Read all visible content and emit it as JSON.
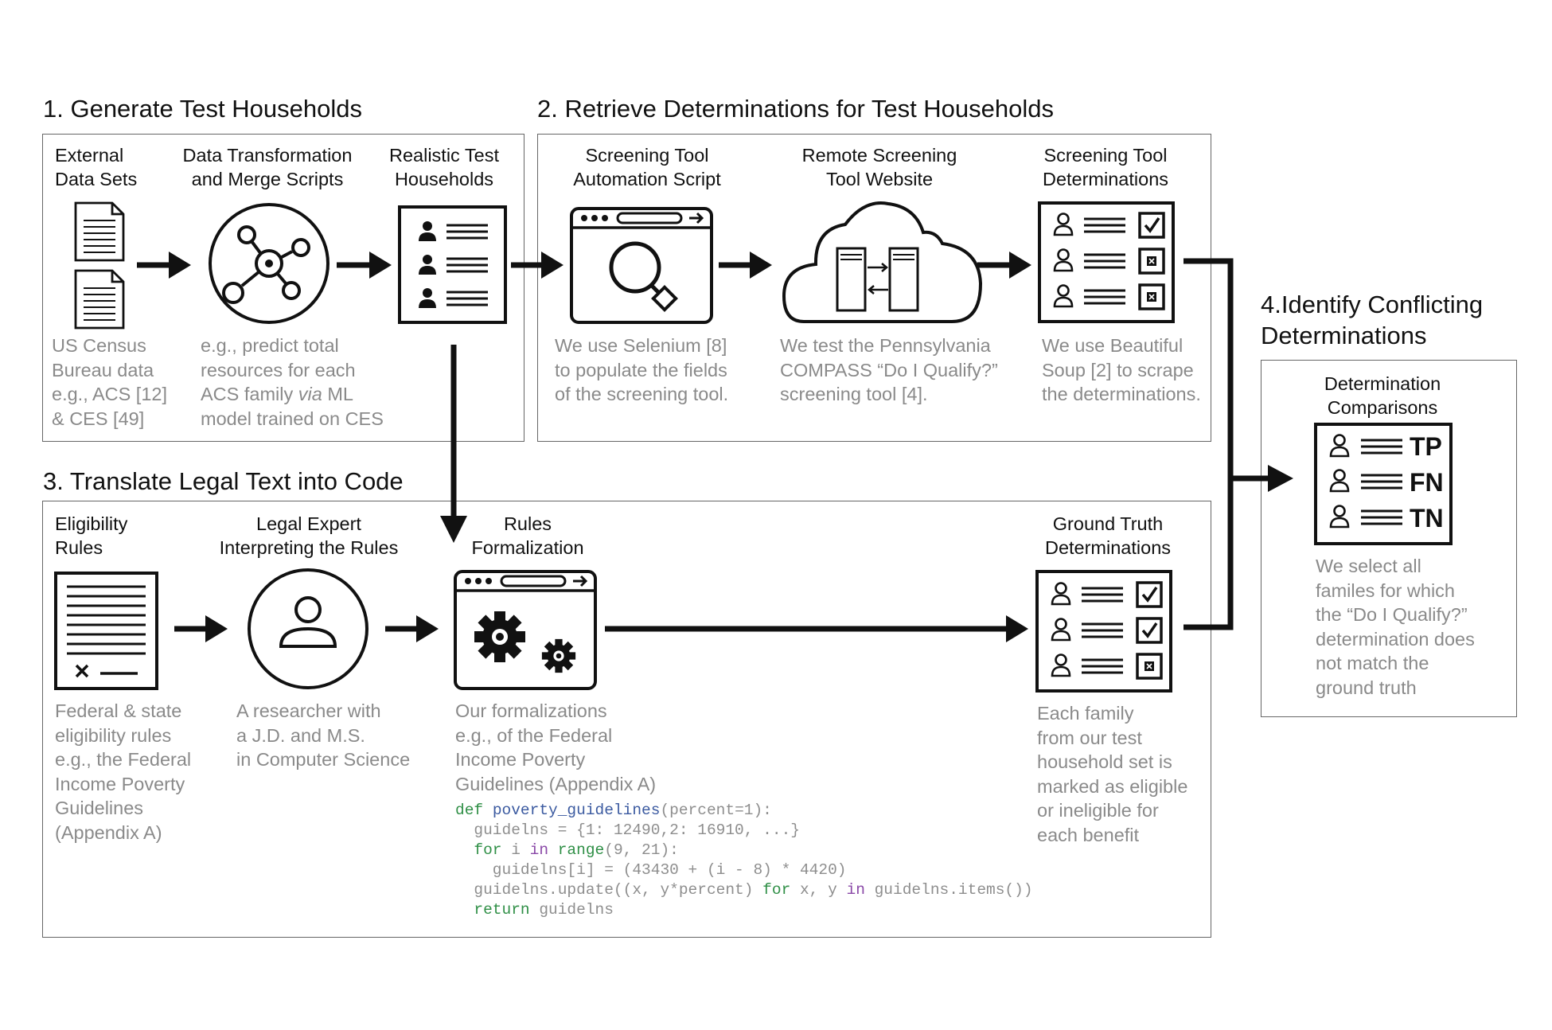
{
  "stage1": {
    "title": "1. Generate Test Households",
    "nodes": [
      {
        "label_lines": [
          "External",
          "Data Sets"
        ],
        "desc_lines": [
          "US Census",
          "Bureau data",
          "e.g., ACS [12]",
          "& CES [49]"
        ]
      },
      {
        "label_lines": [
          "Data Transformation",
          "and Merge Scripts"
        ],
        "desc_lines": [
          "e.g., predict total",
          "resources for each"
        ],
        "desc_line3_pre": "ACS family ",
        "desc_line3_em": "via",
        "desc_line3_post": " ML",
        "desc_line4": "model trained on CES"
      },
      {
        "label_lines": [
          "Realistic Test",
          "Households"
        ]
      }
    ]
  },
  "stage2": {
    "title": "2. Retrieve Determinations for Test Households",
    "nodes": [
      {
        "label_lines": [
          "Screening Tool",
          "Automation Script"
        ],
        "desc_lines": [
          "We use Selenium [8]",
          "to populate the fields",
          "of the screening tool."
        ]
      },
      {
        "label_lines": [
          "Remote Screening",
          "Tool Website"
        ],
        "desc_lines": [
          "We test the Pennsylvania",
          "COMPASS “Do I Qualify?”",
          "screening tool [4]."
        ]
      },
      {
        "label_lines": [
          "Screening Tool",
          "Determinations"
        ],
        "desc_lines": [
          "We use Beautiful",
          "Soup [2] to scrape",
          "the determinations."
        ]
      }
    ]
  },
  "stage3": {
    "title": "3. Translate Legal Text into Code",
    "nodes": [
      {
        "label_lines": [
          "Eligibility",
          "Rules"
        ],
        "desc_lines": [
          "Federal & state",
          "eligibility rules",
          "e.g., the Federal",
          "Income Poverty",
          "Guidelines",
          "(Appendix A)"
        ]
      },
      {
        "label_lines": [
          "Legal Expert",
          "Interpreting the Rules"
        ],
        "desc_lines": [
          "A researcher with",
          "a J.D. and M.S.",
          "in Computer Science"
        ]
      },
      {
        "label_lines": [
          "Rules",
          "Formalization"
        ],
        "desc_lines": [
          "Our formalizations",
          "e.g., of the Federal",
          "Income Poverty",
          "Guidelines (Appendix A)"
        ]
      },
      {
        "label_lines": [
          "Ground Truth",
          "Determinations"
        ],
        "desc_lines": [
          "Each family",
          "from our test",
          "household set is",
          "marked as eligible",
          "or ineligible for",
          "each benefit"
        ]
      }
    ],
    "code": {
      "l1_kw": "def",
      "l1_fn": "poverty_guidelines",
      "l1_rest": "(percent=1):",
      "l2": "  guidelns = {1: 12490,2: 16910, ...}",
      "l3_ind": "  ",
      "l3_kw": "for",
      "l3_mid": " i ",
      "l3_kw2": "in",
      "l3_sp": " ",
      "l3_kw3": "range",
      "l3_rest": "(9, 21):",
      "l4": "    guidelns[i] = (43430 + (i - 8) * 4420)",
      "l5_pre": "  guidelns.update((x, y*percent) ",
      "l5_kw": "for",
      "l5_mid": " x, y ",
      "l5_kw2": "in",
      "l5_post": " guidelns.items())",
      "l6_ind": "  ",
      "l6_kw": "return",
      "l6_rest": " guidelns"
    }
  },
  "stage4": {
    "title_lines": [
      "4.Identify Conflicting",
      "Determinations"
    ],
    "node": {
      "label_lines": [
        "Determination",
        "Comparisons"
      ],
      "desc_lines": [
        "We select all",
        "familes for which",
        "the “Do I Qualify?”",
        "determination does",
        "not match the",
        "ground truth"
      ]
    },
    "badges": [
      "TP",
      "FN",
      "TN"
    ]
  }
}
